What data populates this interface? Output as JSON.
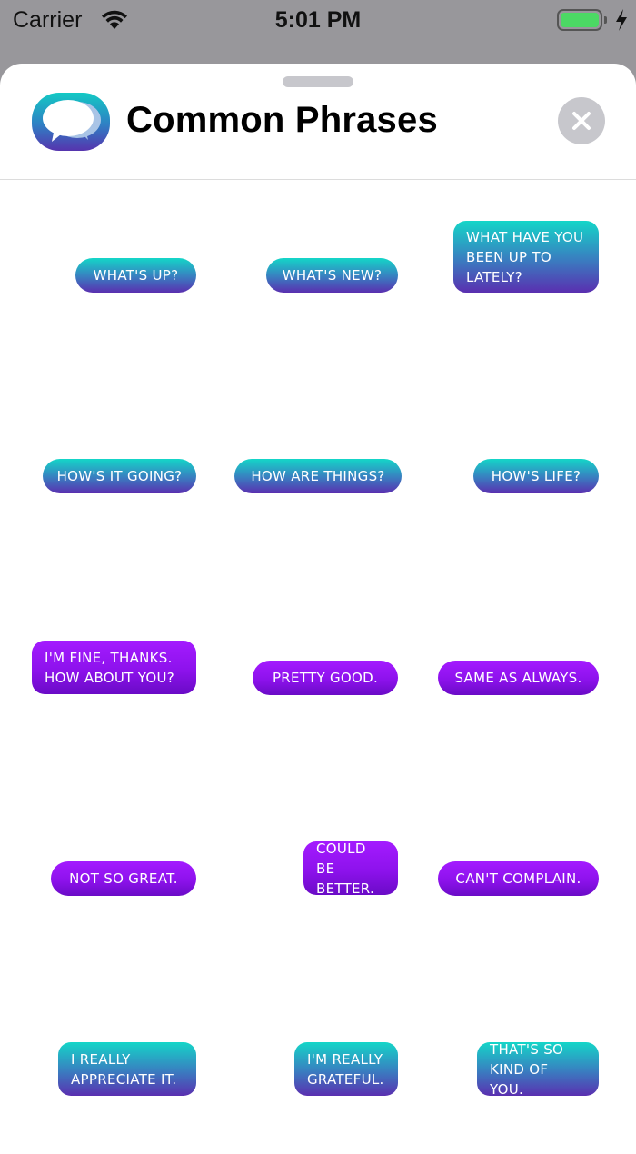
{
  "status_bar": {
    "carrier": "Carrier",
    "time": "5:01 PM",
    "battery_color": "#4cd964"
  },
  "header": {
    "title": "Common Phrases",
    "app_icon": "chat-bubbles-icon",
    "close_icon": "close-icon"
  },
  "colors": {
    "teal_gradient": [
      "#14d6c8",
      "#5a2fb0"
    ],
    "purple_gradient": [
      "#a41bff",
      "#6a0bc6"
    ]
  },
  "stickers": [
    {
      "label": "What's up?",
      "style": "teal"
    },
    {
      "label": "What's new?",
      "style": "teal"
    },
    {
      "label": "What have you been up to lately?",
      "style": "teal"
    },
    {
      "label": "How's it going?",
      "style": "teal"
    },
    {
      "label": "How are things?",
      "style": "teal"
    },
    {
      "label": "How's life?",
      "style": "teal"
    },
    {
      "label": "I'm fine, thanks. How about you?",
      "style": "purple"
    },
    {
      "label": "Pretty good.",
      "style": "purple"
    },
    {
      "label": "Same as always.",
      "style": "purple"
    },
    {
      "label": "Not so great.",
      "style": "purple"
    },
    {
      "label": "Could be better.",
      "style": "purple"
    },
    {
      "label": "Can't complain.",
      "style": "purple"
    },
    {
      "label": "I really appreciate it.",
      "style": "teal"
    },
    {
      "label": "I'm really grateful.",
      "style": "teal"
    },
    {
      "label": "That's so kind of you.",
      "style": "teal"
    }
  ]
}
